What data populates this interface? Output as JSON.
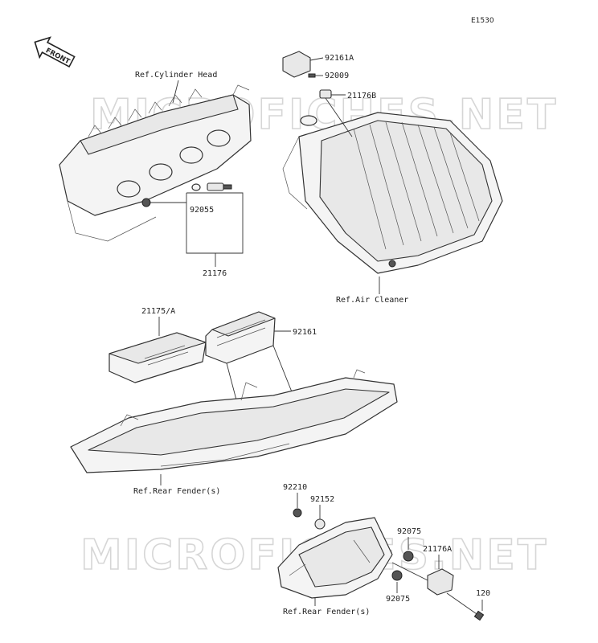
{
  "diagram_code": "E1530",
  "front_badge": "FRONT",
  "watermark": "MICROFICHES.NET",
  "labels": {
    "ref_cylinder_head": "Ref.Cylinder Head",
    "ref_air_cleaner": "Ref.Air Cleaner",
    "ref_rear_fender_1": "Ref.Rear Fender(s)",
    "ref_rear_fender_2": "Ref.Rear Fender(s)",
    "p_92161A": "92161A",
    "p_92009": "92009",
    "p_21176B": "21176B",
    "p_92055": "92055",
    "p_21176": "21176",
    "p_21175A": "21175/A",
    "p_92161": "92161",
    "p_92210": "92210",
    "p_92152": "92152",
    "p_92075_top": "92075",
    "p_21176A": "21176A",
    "p_92075_bottom": "92075",
    "p_120": "120"
  }
}
